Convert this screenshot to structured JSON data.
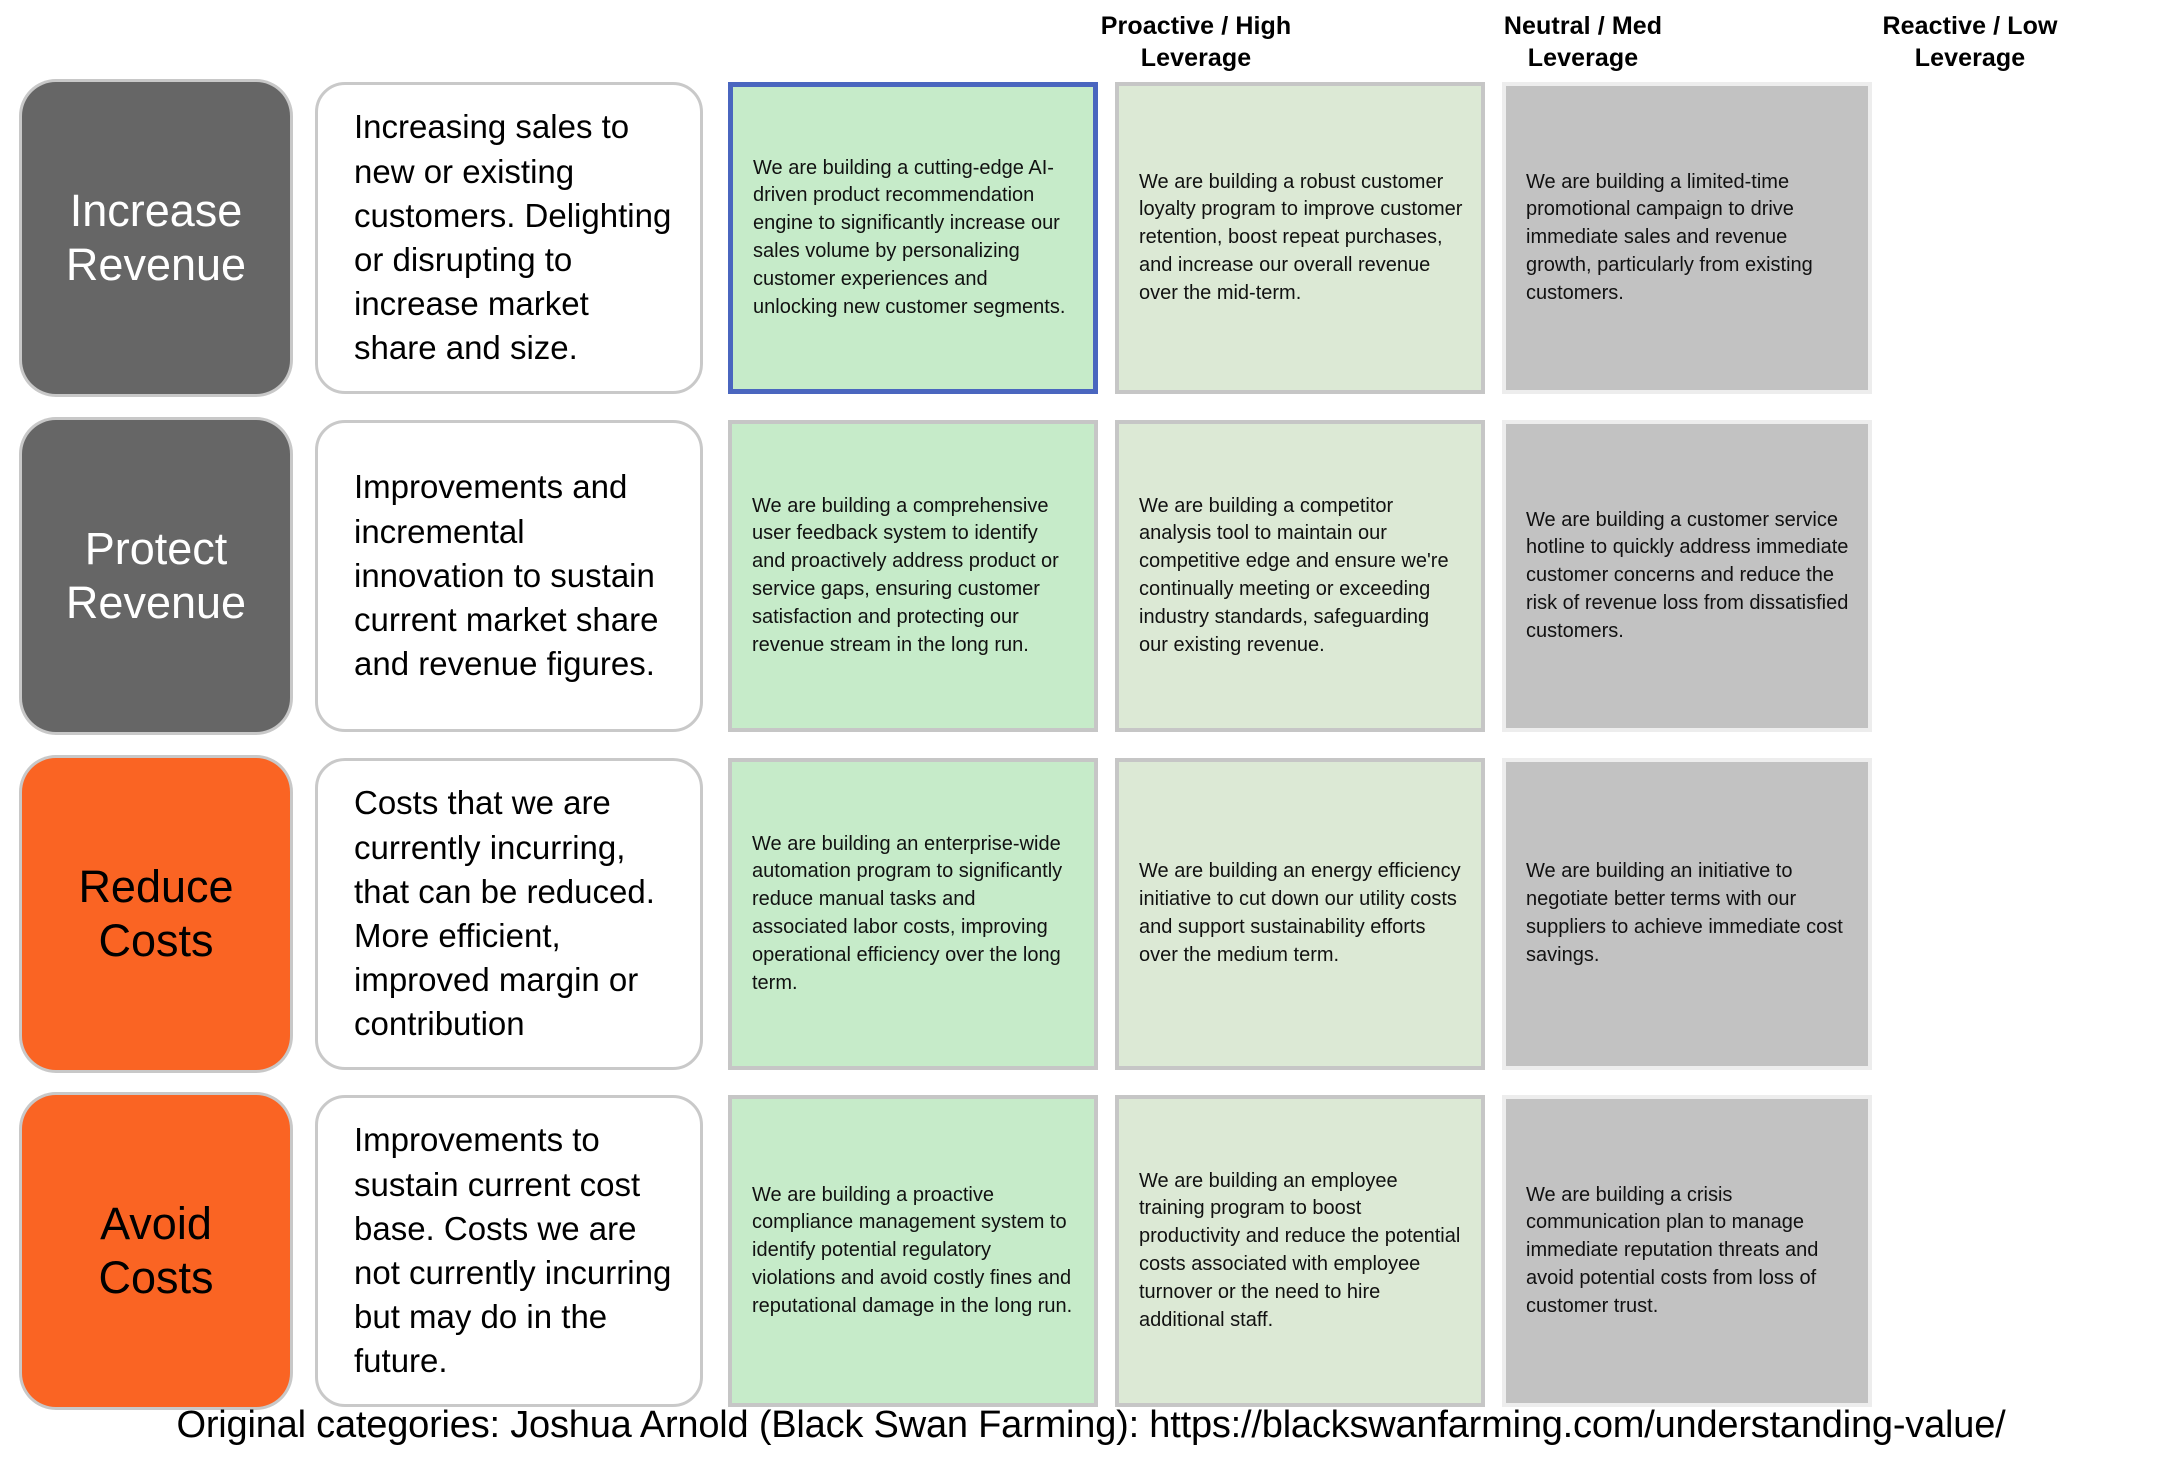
{
  "columns": [
    {
      "line1": "Proactive / High",
      "line2": "Leverage",
      "key": "high"
    },
    {
      "line1": "Neutral / Med",
      "line2": "Leverage",
      "key": "med"
    },
    {
      "line1": "Reactive / Low",
      "line2": "Leverage",
      "key": "low"
    }
  ],
  "colors": {
    "revenue_pill_bg": "#666666",
    "revenue_pill_text": "#ffffff",
    "cost_pill_bg": "#fa6423",
    "cost_pill_text": "#000000",
    "high_leverage_bg": "#c6ebc9",
    "med_leverage_bg": "#dce9d5",
    "low_leverage_bg": "#c2c2c2",
    "cell_border": "#c6c6c6",
    "selected_border": "#4a66bf",
    "card_border": "#c9c9c9"
  },
  "rows": [
    {
      "category_line1": "Increase",
      "category_line2": "Revenue",
      "category_type": "revenue",
      "description": "Increasing sales to new or existing customers. Delighting or disrupting to increase market share and size.",
      "cells": [
        {
          "level": "high",
          "selected": true,
          "text": "We are building a cutting-edge AI-driven product recommendation engine to significantly increase our sales volume by personalizing customer experiences and unlocking new customer segments."
        },
        {
          "level": "med",
          "selected": false,
          "text": "We are building a robust customer loyalty program to improve customer retention, boost repeat purchases, and increase our overall revenue over the mid-term."
        },
        {
          "level": "low",
          "selected": false,
          "text": "We are building a limited-time promotional campaign to drive immediate sales and revenue growth, particularly from existing customers."
        }
      ]
    },
    {
      "category_line1": "Protect",
      "category_line2": "Revenue",
      "category_type": "revenue",
      "description": "Improvements and incremental innovation to sustain current market share and revenue figures.",
      "cells": [
        {
          "level": "high",
          "selected": false,
          "text": "We are building a comprehensive user feedback system to identify and proactively address product or service gaps, ensuring customer satisfaction and protecting our revenue stream in the long run."
        },
        {
          "level": "med",
          "selected": false,
          "text": "We are building a competitor analysis tool to maintain our competitive edge and ensure we're continually meeting or exceeding industry standards, safeguarding our existing revenue."
        },
        {
          "level": "low",
          "selected": false,
          "text": "We are building a customer service hotline to quickly address immediate customer concerns and reduce the risk of revenue loss from dissatisfied customers."
        }
      ]
    },
    {
      "category_line1": "Reduce",
      "category_line2": "Costs",
      "category_type": "cost",
      "description": "Costs that we are currently incurring, that can be reduced. More efficient, improved margin or contribution",
      "cells": [
        {
          "level": "high",
          "selected": false,
          "text": "We are building an enterprise-wide automation program to significantly reduce manual tasks and associated labor costs, improving operational efficiency over the long term."
        },
        {
          "level": "med",
          "selected": false,
          "text": "We are building an energy efficiency initiative to cut down our utility costs and support sustainability efforts over the medium term."
        },
        {
          "level": "low",
          "selected": false,
          "text": "We are building an initiative to negotiate better terms with our suppliers to achieve immediate cost savings."
        }
      ]
    },
    {
      "category_line1": "Avoid",
      "category_line2": "Costs",
      "category_type": "cost",
      "description": "Improvements to sustain current cost base. Costs we are not currently incurring but may do in the future.",
      "cells": [
        {
          "level": "high",
          "selected": false,
          "text": "We are building a proactive compliance management system to identify potential regulatory violations and avoid costly fines and reputational damage in the long run."
        },
        {
          "level": "med",
          "selected": false,
          "text": "We are building an employee training program to boost productivity and reduce the potential costs associated with employee turnover or the need to hire additional staff."
        },
        {
          "level": "low",
          "selected": false,
          "text": "We are building a crisis communication plan to manage immediate reputation threats and avoid potential costs from loss of customer trust."
        }
      ]
    }
  ],
  "footer": {
    "text": "Original categories: Joshua Arnold (Black Swan Farming): https://blackswanfarming.com/understanding-value/"
  }
}
